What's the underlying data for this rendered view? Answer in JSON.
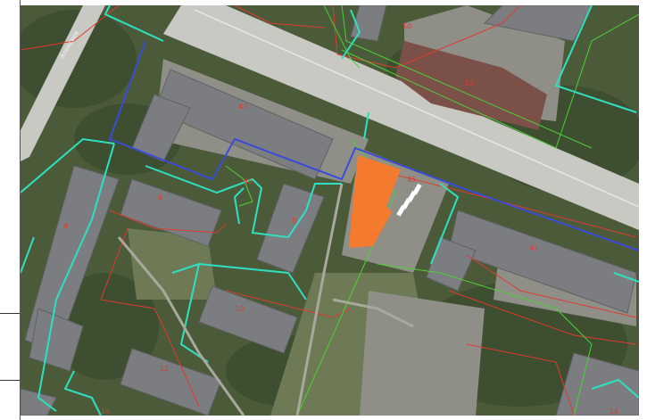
{
  "map": {
    "colors": {
      "vegetation": "#4b5b3a",
      "vegetation_dark": "#3e4e30",
      "grass_light": "#6d7a55",
      "pavement": "#8f8f88",
      "road": "#c9c9c4",
      "roof_gray": "#7b7d80",
      "roof_brown": "#7a5048",
      "zone_cyan": "#2fe0c0",
      "zone_blue": "#3a4cd8",
      "zone_green": "#4ccf3a",
      "cadastral_red": "#e03a30",
      "highlight_plot": "#f47a2e",
      "parking_white": "#ffffff"
    },
    "street_label": "Алексеев",
    "building_labels": [
      {
        "id": "b-50",
        "text": "50"
      },
      {
        "id": "b-52",
        "text": "52"
      },
      {
        "id": "b-43",
        "text": "43"
      },
      {
        "id": "b-6",
        "text": "6"
      },
      {
        "id": "b-8",
        "text": "8"
      },
      {
        "id": "b-45",
        "text": "45"
      },
      {
        "id": "b-47",
        "text": "47"
      },
      {
        "id": "b-4",
        "text": "4"
      },
      {
        "id": "b-10",
        "text": "10"
      },
      {
        "id": "b-12",
        "text": "12"
      },
      {
        "id": "b-14",
        "text": "14"
      },
      {
        "id": "b-16",
        "text": "16"
      },
      {
        "id": "b-45a",
        "text": "45"
      }
    ]
  }
}
